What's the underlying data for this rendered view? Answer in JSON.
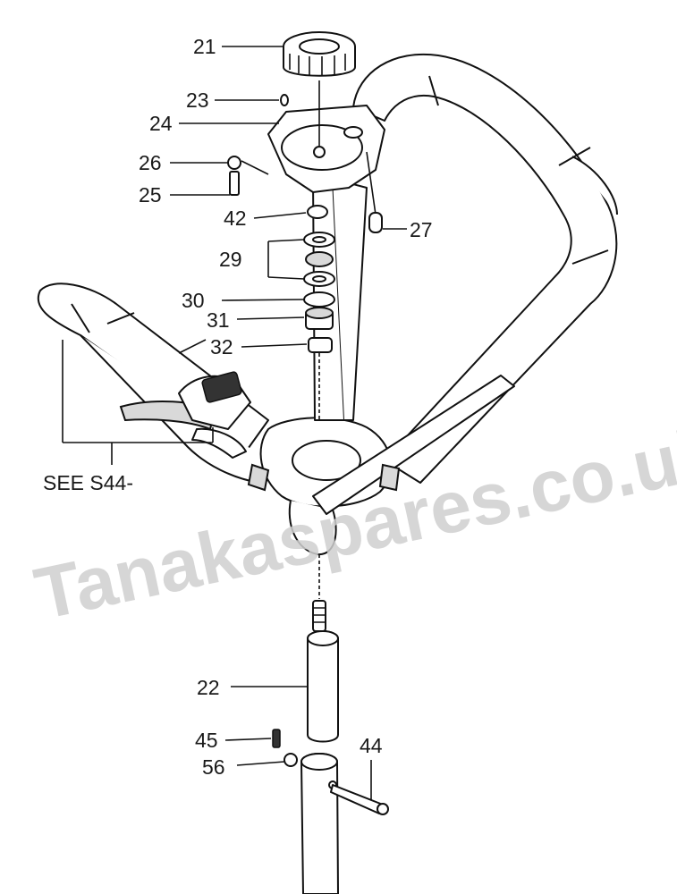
{
  "callouts": {
    "c21": "21",
    "c23": "23",
    "c24": "24",
    "c26": "26",
    "c25": "25",
    "c42": "42",
    "c27": "27",
    "c29": "29",
    "c30": "30",
    "c31": "31",
    "c32": "32",
    "c22": "22",
    "c45": "45",
    "c56": "56",
    "c44": "44"
  },
  "reference": "SEE S44-",
  "watermark": "Tanakaspares.co.uk",
  "colors": {
    "line": "#111111",
    "shade": "#d9d9d9",
    "watermark": "#cfcfcf"
  }
}
